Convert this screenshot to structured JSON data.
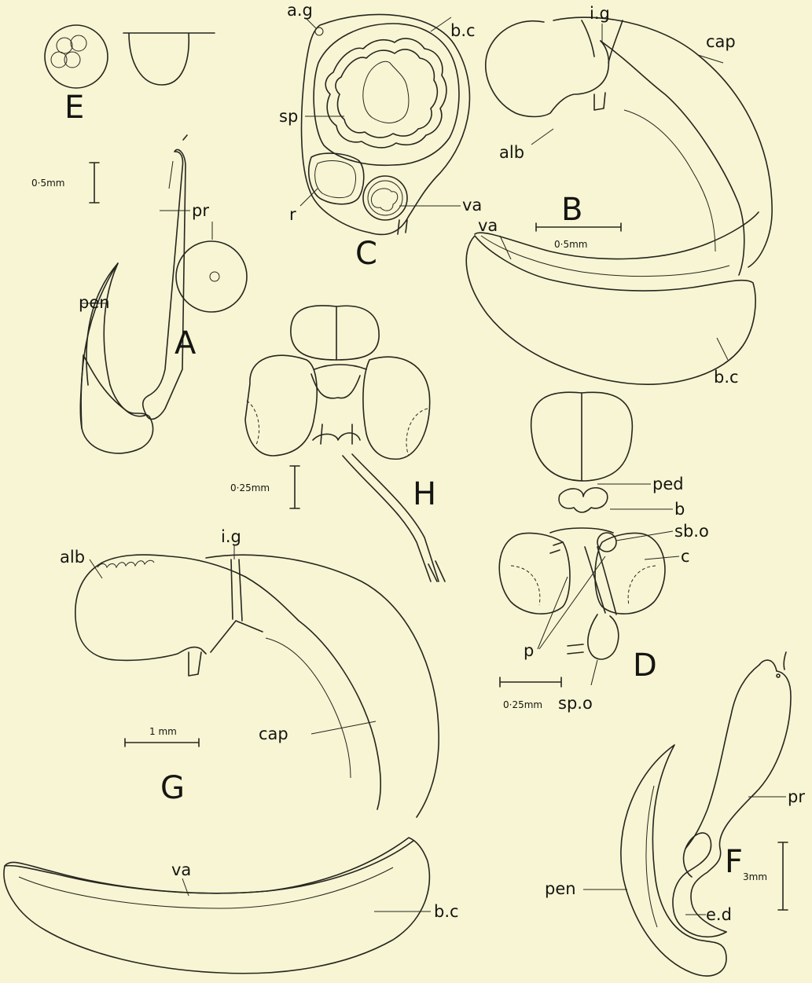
{
  "figures": {
    "A": {
      "letter": "A",
      "labels": {
        "pr": "pr",
        "pen": "pen"
      },
      "scale": "0·5mm"
    },
    "B": {
      "letter": "B",
      "labels": {
        "ig": "i.g",
        "cap": "cap",
        "alb": "alb",
        "va": "va",
        "bc": "b.c"
      },
      "scale": "0·5mm"
    },
    "C": {
      "letter": "C",
      "labels": {
        "ag": "a.g",
        "bc": "b.c",
        "sp": "sp",
        "r": "r",
        "va": "va"
      }
    },
    "D": {
      "letter": "D",
      "labels": {
        "ped": "ped",
        "b": "b",
        "sbo": "sb.o",
        "c": "c",
        "p": "p",
        "spo": "sp.o"
      },
      "scale": "0·25mm"
    },
    "E": {
      "letter": "E"
    },
    "F": {
      "letter": "F",
      "labels": {
        "pr": "pr",
        "pen": "pen",
        "ed": "e.d"
      },
      "scale": "3mm"
    },
    "G": {
      "letter": "G",
      "labels": {
        "alb": "alb",
        "ig": "i.g",
        "cap": "cap",
        "va": "va",
        "bc": "b.c"
      },
      "scale": "1 mm"
    },
    "H": {
      "letter": "H",
      "scale": "0·25mm"
    }
  }
}
